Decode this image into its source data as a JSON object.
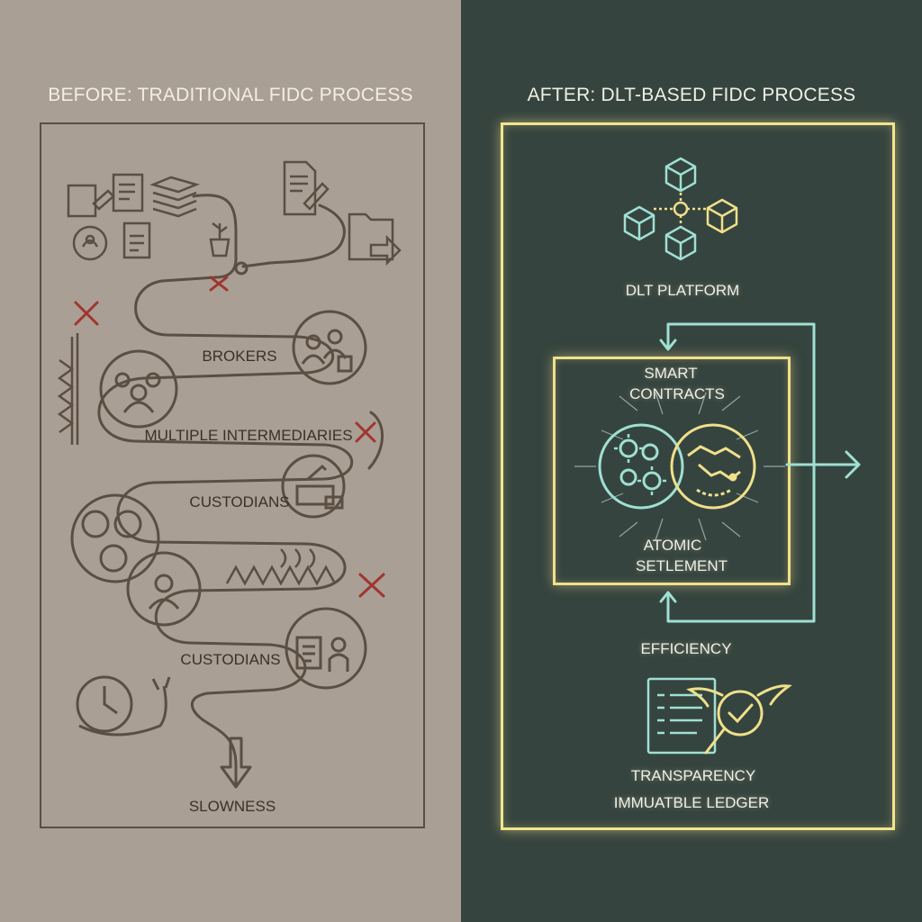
{
  "colors": {
    "left_bg": "#aa9f94",
    "right_bg": "#36443f",
    "ink": "#5b4e43",
    "error_red": "#a0352f",
    "glow_yellow": "#f2e48e",
    "glow_cyan": "#9fe0d2"
  },
  "before": {
    "heading": "BEFORE: TRADITIONAL FIDC PROCESS",
    "labels": {
      "brokers": "BROKERS",
      "multiple_intermediaries": "MULTIPLE INTERMEDIARIES",
      "custodians_top": "CUSTODIANS",
      "custodians_bottom": "CUSTODIANS",
      "slowness": "SLOWNESS"
    }
  },
  "after": {
    "heading": "AFTER: DLT-BASED FIDC PROCESS",
    "labels": {
      "dlt_platform": "DLT PLATFORM",
      "smart_contracts_1": "SMART",
      "smart_contracts_2": "CONTRACTS",
      "atomic_settlement_1": "ATOMIC",
      "atomic_settlement_2": "SETLEMENT",
      "efficiency": "EFFICIENCY",
      "transparency": "TRANSPARENCY",
      "immutable_ledger": "IMMUATBLE LEDGER"
    }
  },
  "icons": [
    "document-icon",
    "paper-stack-icon",
    "folder-arrow-icon",
    "plant-icon",
    "person-group-icon",
    "printer-icon",
    "snail-clock-icon",
    "error-x-icon",
    "zigzag-icon",
    "cube-network-icon",
    "gear-icon",
    "handshake-icon",
    "ledger-icon",
    "magnifier-check-icon",
    "arrow-right-icon"
  ]
}
